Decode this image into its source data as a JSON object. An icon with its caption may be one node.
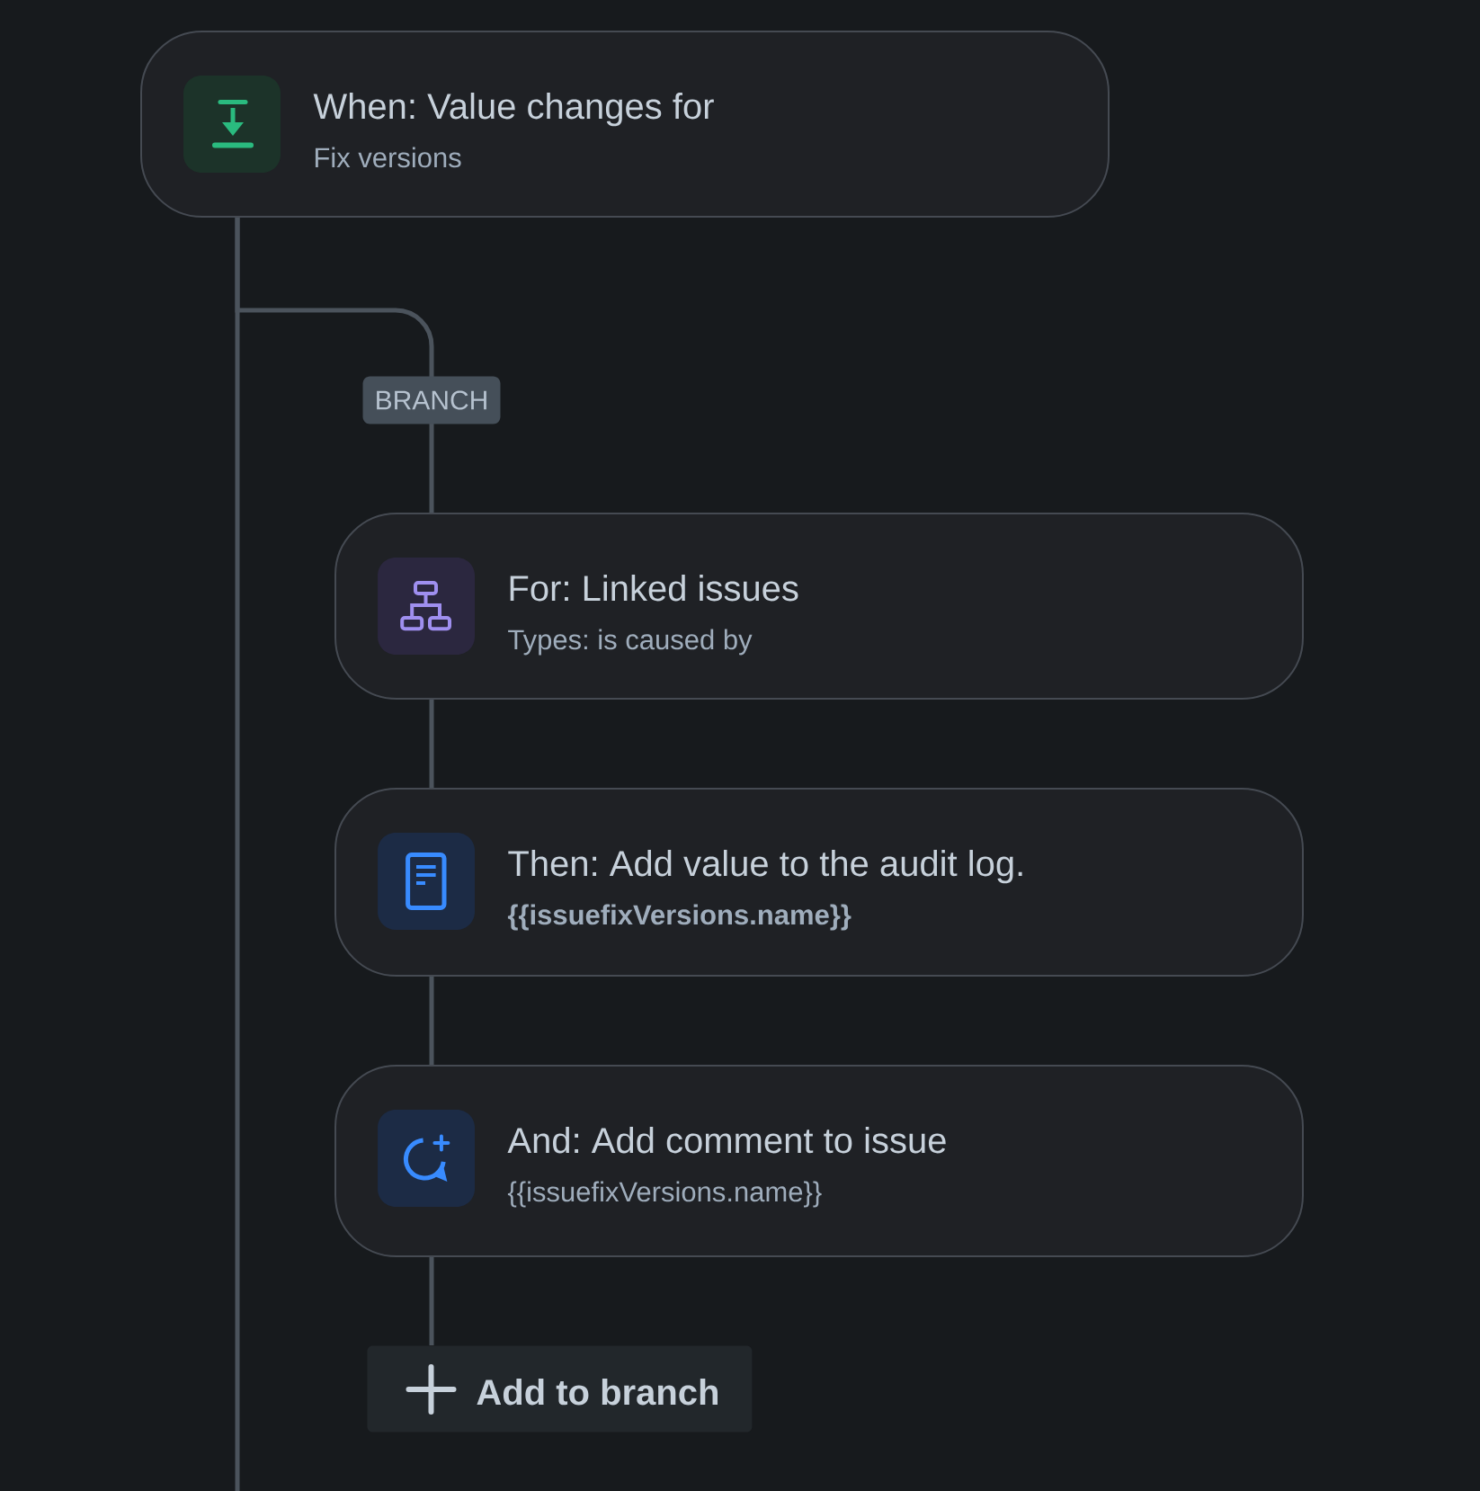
{
  "diagram": {
    "nodes": [
      {
        "text": [
          "When: Value changes for",
          "Fix versions"
        ]
      },
      {
        "text": [
          "For: Linked issues",
          "Types: is caused by"
        ]
      },
      {
        "text": [
          "Then: Add value to the audit log.",
          "{{issuefixVersions.name}}"
        ]
      },
      {
        "text": [
          "And: Add comment to issue",
          "{{issuefixVersions.name}}"
        ]
      },
      {
        "text": [
          "Add to branch"
        ]
      }
    ],
    "edges": [
      {
        "from": 0,
        "to": 1,
        "arrow": "none",
        "label": "BRANCH"
      },
      {
        "from": 0,
        "to": null,
        "arrow": "none"
      },
      {
        "from": 1,
        "to": 2,
        "arrow": "none"
      },
      {
        "from": 2,
        "to": 3,
        "arrow": "none"
      },
      {
        "from": 3,
        "to": 4,
        "arrow": "none"
      }
    ]
  }
}
